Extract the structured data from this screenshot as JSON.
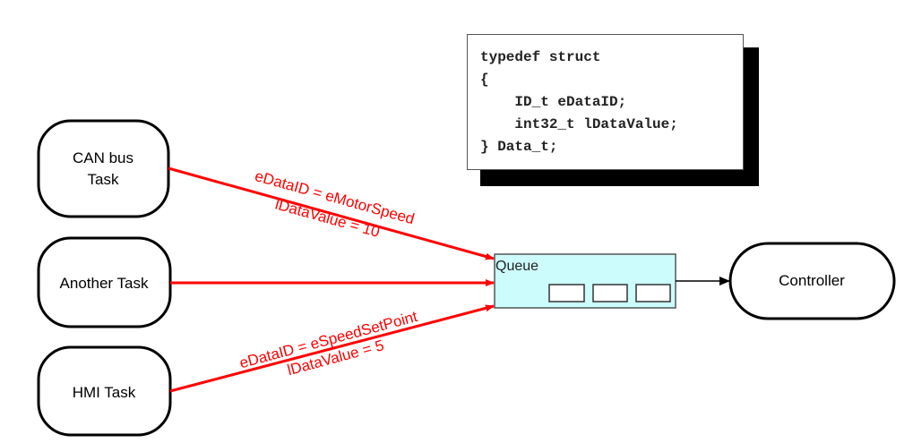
{
  "tasks": [
    {
      "line1": "CAN bus",
      "line2": "Task"
    },
    {
      "label": "Another Task"
    },
    {
      "label": "HMI Task"
    }
  ],
  "queue": {
    "label": "Queue",
    "slots": 3
  },
  "controller": {
    "label": "Controller"
  },
  "messages": {
    "can": {
      "id": "eDataID = eMotorSpeed",
      "value": "lDataValue = 10"
    },
    "hmi": {
      "id": "eDataID = eSpeedSetPoint",
      "value": "lDataValue = 5"
    }
  },
  "code": {
    "lines": [
      "typedef struct",
      "{",
      "    ID_t eDataID;",
      "    int32_t lDataValue;",
      "} Data_t;"
    ]
  },
  "colors": {
    "arrow": "#ff0000",
    "queue_fill": "#ccfcfc"
  }
}
